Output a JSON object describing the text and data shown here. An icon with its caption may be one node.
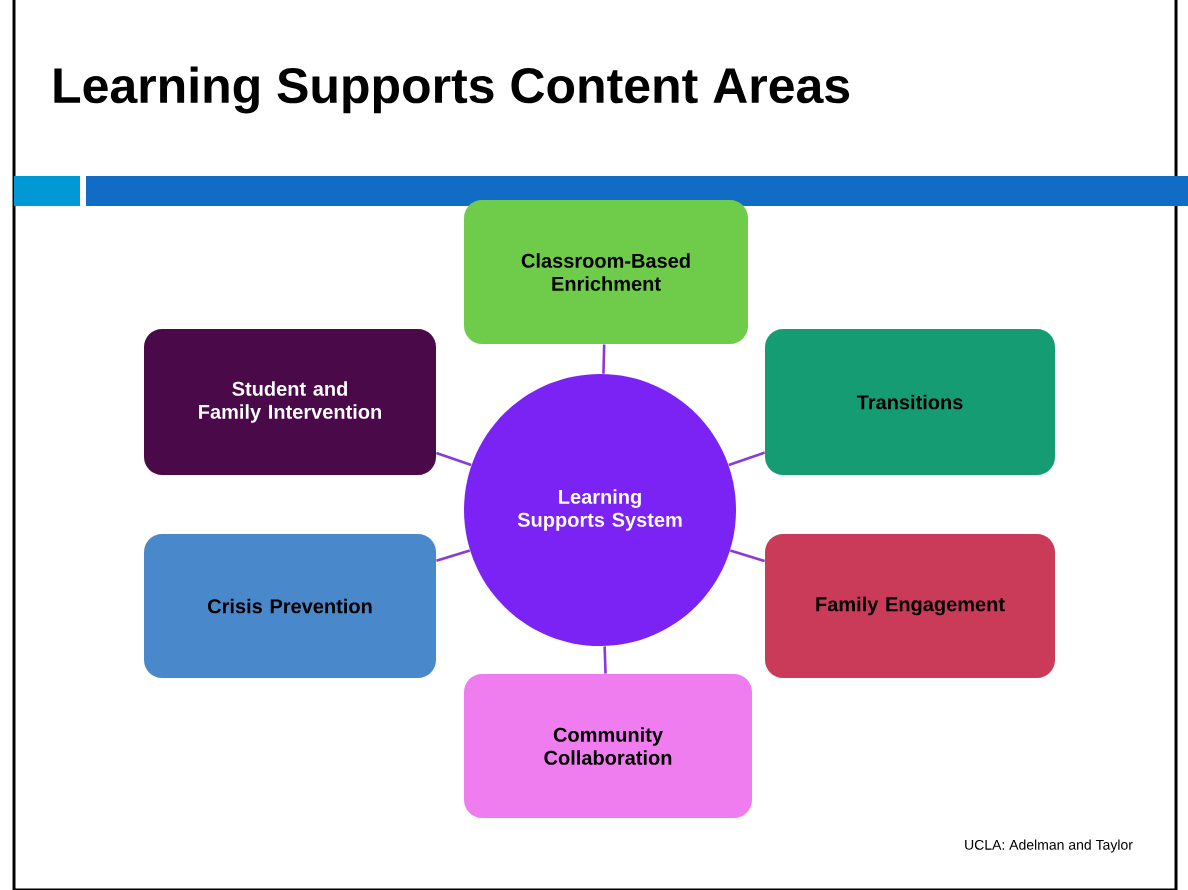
{
  "diagram": {
    "title": "Learning Supports Content Areas",
    "nodes": [
      {
        "text": [
          "Classroom-Based Enrichment"
        ]
      },
      {
        "text": [
          "Student and Family Intervention"
        ]
      },
      {
        "text": [
          "Transitions"
        ]
      },
      {
        "text": [
          "Learning Supports System"
        ]
      },
      {
        "text": [
          "Crisis Prevention"
        ]
      },
      {
        "text": [
          "Family Engagement"
        ]
      },
      {
        "text": [
          "Community Collaboration"
        ]
      }
    ],
    "edges": [
      {
        "from": 3,
        "to": 0,
        "arrow": "none"
      },
      {
        "from": 3,
        "to": 1,
        "arrow": "none"
      },
      {
        "from": 3,
        "to": 2,
        "arrow": "none"
      },
      {
        "from": 3,
        "to": 4,
        "arrow": "none"
      },
      {
        "from": 3,
        "to": 5,
        "arrow": "none"
      },
      {
        "from": 3,
        "to": 6,
        "arrow": "none"
      }
    ],
    "labels": [
      "UCLA:  Adelman and Taylor"
    ]
  }
}
